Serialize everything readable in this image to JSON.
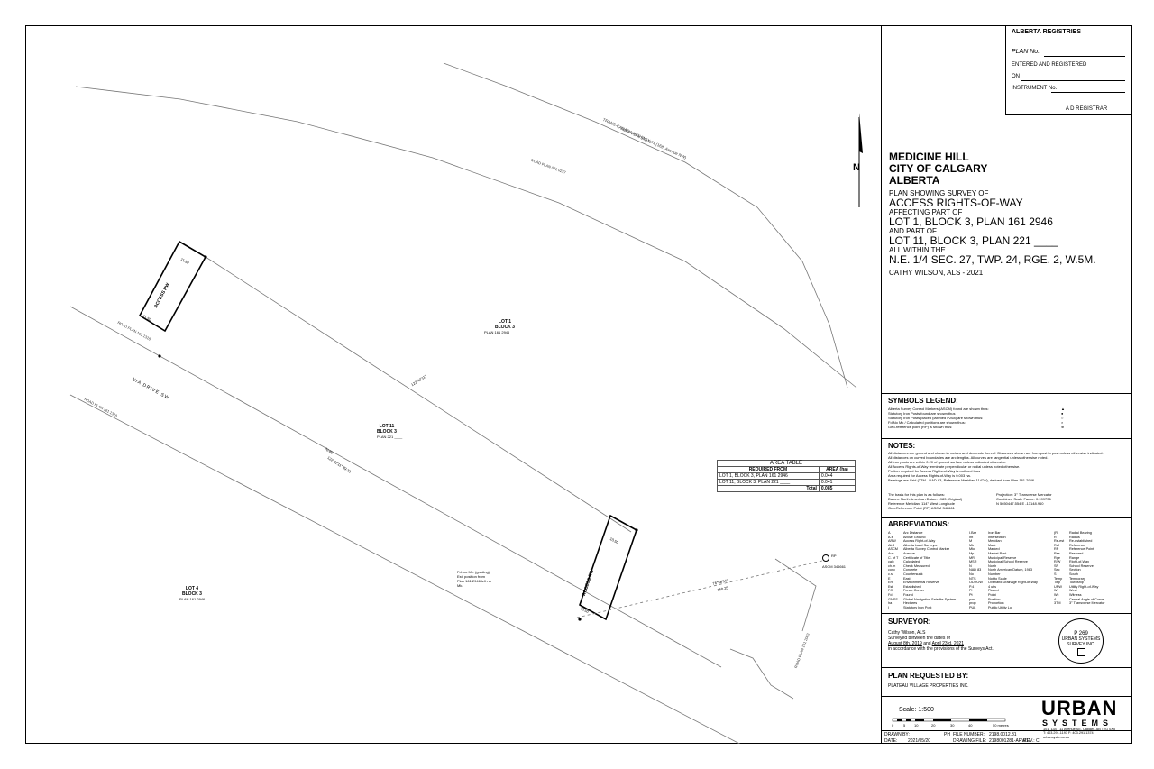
{
  "registry": {
    "title": "ALBERTA REGISTRIES",
    "plan_no": "PLAN No.",
    "entered": "ENTERED AND REGISTERED",
    "on": "ON",
    "instrument": "INSTRUMENT No.",
    "registrar": "A D REGISTRAR"
  },
  "north": "N",
  "title": {
    "l1": "MEDICINE HILL",
    "l2": "CITY OF CALGARY",
    "l3": "ALBERTA",
    "l4": "PLAN SHOWING SURVEY OF",
    "l5": "ACCESS RIGHTS-OF-WAY",
    "l6": "AFFECTING PART OF",
    "l7": "LOT 1, BLOCK 3, PLAN 161 2946",
    "l8": "AND PART OF",
    "l9": "LOT 11, BLOCK 3, PLAN 221 ____",
    "l10": "ALL WITHIN THE",
    "l11": "N.E. 1/4 SEC. 27, TWP. 24, RGE. 2, W.5M.",
    "l12": "CATHY WILSON, ALS - 2021"
  },
  "symbols": {
    "heading": "SYMBOLS LEGEND:",
    "rows": [
      "Alberta Survey Control Markers (ASCM) found are shown thus:",
      "Statutory Iron Posts found are shown thus",
      "Statutory Iron Posts placed (labelled P268) are shown thus:",
      "Fd No Mk / Calculated positions are shown thus:",
      "Geo-reference point (RP) is shown thus:"
    ]
  },
  "notes": {
    "heading": "NOTES:",
    "rows": [
      "All distances are ground and shown in metres and decimals thereof. Distances shown are from post to post unless otherwise indicated.",
      "All distances on curved boundaries are arc lengths. All curves are tangential unless otherwise noted.",
      "All iron posts are within 0.20 of ground surface unless indicated otherwise.",
      "All Access Rights-of-Way terminate perpendicular or radial unless noted otherwise.",
      "Portion required for Access Rights-of-Way is outlined thus",
      "Area required for Access Rights-of-Way is 0.003 ha.",
      "Bearings are Grid (3TM - NAD 83, Reference Meridian 114°W), derived from Plan 161 2946."
    ],
    "basis": [
      "The basis for this plan is as follows:",
      "Datum: North American Datum 1983 (Original)",
      "Reference Meridian: 114° West Longitude",
      "Geo-Reference Point (RP) ASCM 346661"
    ],
    "basis2": [
      "",
      "Projection: 3° Transverse Mercator",
      "Combined Scale Factor: 0.999736",
      "N 5650447.554   E -13148.960"
    ]
  },
  "abbrev": {
    "heading": "ABBREVIATIONS:",
    "c1": [
      "A",
      "A.s",
      "ARW",
      "ALS",
      "ASCM",
      "Ave",
      "C. of T",
      "calc",
      "ch.m",
      "conc",
      "c.s",
      "E",
      "ER",
      "Est",
      "FC",
      "Fd",
      "GNSS",
      "ha",
      "I"
    ],
    "c2": [
      "Arc Distance",
      "Above Ground",
      "Access Right-of-Way",
      "Alberta Land Surveyor",
      "Alberta Survey Control Marker",
      "Avenue",
      "Certificate of Title",
      "Calculated",
      "Check Measured",
      "Concrete",
      "Countersunk",
      "East",
      "Environmental Reserve",
      "Established",
      "Fence Corner",
      "Found",
      "Global Navigation Satellite System",
      "Hectares",
      "Statutory Iron Post"
    ],
    "c3": [
      "I.Bar",
      "Int",
      "M",
      "Mk",
      "Mkd",
      "Mp",
      "MR",
      "MSR",
      "N",
      "NAD 83",
      "No",
      "NTS",
      "ODROW",
      "P.4",
      "Pl",
      "Pt",
      "pos",
      "prop",
      "PUL"
    ],
    "c4": [
      "Iron Bar",
      "Intersection",
      "Meridian",
      "Mark",
      "Marked",
      "Market Post",
      "Municipal Reserve",
      "Municipal School Reserve",
      "North",
      "North American Datum, 1983",
      "Number",
      "Not to Scale",
      "Overland Drainage Right-of-Way",
      "4 ufls",
      "Placed",
      "Point",
      "Position",
      "Proportion",
      "Public Utility Lot"
    ],
    "c5": [
      "(R)",
      "R",
      "Re-est",
      "Ref",
      "RP",
      "Res",
      "Rge",
      "R/W",
      "SR",
      "Sec",
      "S",
      "Temp",
      "Twp",
      "URW",
      "W",
      "Wit",
      "Δ",
      "3TM"
    ],
    "c6": [
      "Radial Bearing",
      "Radius",
      "Re-established",
      "Reference",
      "Reference Point",
      "Restored",
      "Range",
      "Right-of-Way",
      "School Reserve",
      "Section",
      "South",
      "Temporary",
      "Township",
      "Utility Right-of-Way",
      "West",
      "Witness",
      "Central Angle of Curve",
      "3° Transverse Mercator"
    ]
  },
  "surveyor": {
    "heading": "SURVEYOR:",
    "name": "Cathy Wilson, ALS",
    "between": "Surveyed between the dates of",
    "d1": "August 8th, 2019",
    "and": "and",
    "d2": "April 23rd, 2021",
    "acc": "in accordance with the provisions of the Surveys Act.",
    "permit": "P 269",
    "permit2": "URBAN SYSTEMS",
    "permit3": "SURVEY INC."
  },
  "requested": {
    "heading": "PLAN REQUESTED BY:",
    "name": "PLATEAU VILLAGE PROPERTIES INC."
  },
  "scale": {
    "label": "Scale: 1:500",
    "ticks": [
      "0",
      "5",
      "10",
      "20",
      "30",
      "40",
      "50 metres"
    ]
  },
  "company": {
    "name": "URBAN",
    "sub": "SYSTEMS",
    "addr1": "101, 134 - 11 Avenue SE, Calgary, AB  T2G 0X5",
    "addr2": "T: 403.291.1193  F: 403.291.1374",
    "addr3": "urbansystems.ca"
  },
  "footer": {
    "drawn": "DRAWN BY:",
    "drawn_v": "PH",
    "file": "FILE NUMBER:",
    "file_v": "2198.0012.81",
    "date": "DATE:",
    "date_v": "2021/05/20",
    "dwg": "DRAWING FILE:",
    "dwg_v": "2198001281-ARW11",
    "rev": "REV.:",
    "rev_v": "C"
  },
  "area_table": {
    "title": "AREA TABLE",
    "h1": "REQUIRED FROM",
    "h2": "AREA (ha)",
    "rows": [
      {
        "from": "LOT 1, BLOCK 3, PLAN 161 2946",
        "area": "0.044"
      },
      {
        "from": "LOT 11, BLOCK 3, PLAN 221 ____",
        "area": "0.041"
      },
      {
        "from": "Total",
        "area": "0.085"
      }
    ]
  },
  "map": {
    "highway": "TRANS-CANADA HIGHWAY #1 (16th Avenue NW)",
    "highway_plan": "ROAD PLAN 072 10",
    "road_plan": "ROAD PLAN 071 0237",
    "lot1": "LOT 1",
    "lot1b": "BLOCK 3",
    "lot1p": "PLAN 161 2946",
    "lot11": "LOT 11",
    "lot11b": "BLOCK 3",
    "lot11p": "PLAN 221 ____",
    "lot4": "LOT 4",
    "lot4b": "BLOCK 3",
    "lot4p": "PLAN 161 2946",
    "drive": "N/A  DRIVE  SW",
    "drive_plan": "ROAD PLAN 161 1310",
    "road_plan2": "ROAD PLAN 161 1310",
    "arw": "ACCESS RW",
    "arw_dim1": "11.50",
    "arw_dim2": "11.50",
    "arw_dim3": "10.50",
    "arw_dim4": "10.50",
    "bearing1": "122°42'11\"",
    "bearing2": "122°42'11\" 89.35",
    "len1": "70.85",
    "note_fd": "Fd. no Mk. (grading) Est. position from Plan 161 2946 left no Mk.",
    "ascm": "ASCM 346661",
    "rp": "RP",
    "tie": "76°58'54\"",
    "tie_len": "150.25",
    "road_plan3": "ROAD PLAN 161 2063"
  }
}
